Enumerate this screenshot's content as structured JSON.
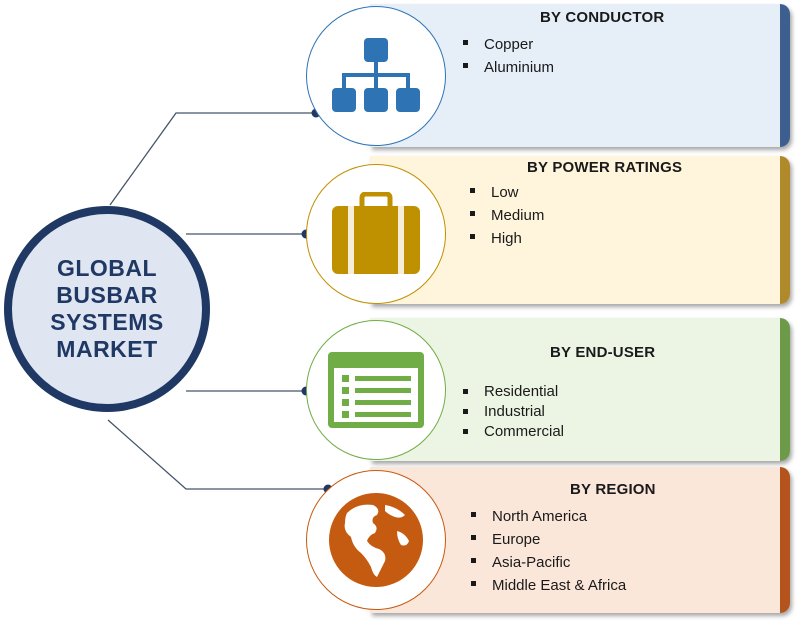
{
  "hub": {
    "lines": [
      "GLOBAL",
      "BUSBAR",
      "SYSTEMS",
      "MARKET"
    ]
  },
  "segments": [
    {
      "title": "BY CONDUCTOR",
      "items": [
        "Copper",
        "Aluminium"
      ],
      "icon": "hierarchy-icon",
      "accent": "#2e74b5",
      "panel_color": "#e6eef8",
      "edge_color": "#3d5f8f"
    },
    {
      "title": "BY POWER RATINGS",
      "items": [
        "Low",
        "Medium",
        "High"
      ],
      "icon": "briefcase-icon",
      "accent": "#bf9000",
      "panel_color": "#fff5dc",
      "edge_color": "#b08a2a"
    },
    {
      "title": "BY END-USER",
      "items": [
        "Residential",
        "Industrial",
        "Commercial"
      ],
      "icon": "list-icon",
      "accent": "#70ad47",
      "panel_color": "#ecf5e3",
      "edge_color": "#6c9a48"
    },
    {
      "title": "BY REGION",
      "items": [
        "North America",
        "Europe",
        "Asia-Pacific",
        "Middle East & Africa"
      ],
      "icon": "globe-icon",
      "accent": "#c55a11",
      "panel_color": "#fbe6da",
      "edge_color": "#b4541c"
    }
  ]
}
